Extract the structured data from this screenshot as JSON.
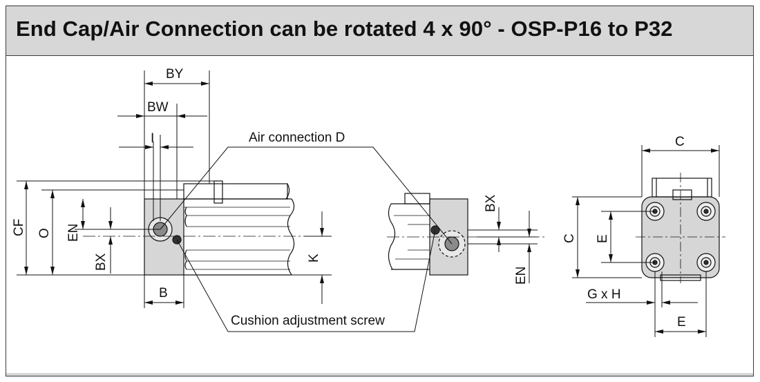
{
  "title": "End Cap/Air Connection can be rotated 4 x 90° - OSP-P16 to P32",
  "callouts": {
    "air_connection": "Air connection D",
    "cushion_screw": "Cushion adjustment screw"
  },
  "dimensions": {
    "by": "BY",
    "bw": "BW",
    "i": "I",
    "cf": "CF",
    "o": "O",
    "en_left": "EN",
    "bx_left": "BX",
    "b": "B",
    "k": "K",
    "bx_mid": "BX",
    "en_mid": "EN",
    "c_top": "C",
    "c_side": "C",
    "e_side": "E",
    "gxh": "G x H",
    "e_bottom": "E"
  }
}
